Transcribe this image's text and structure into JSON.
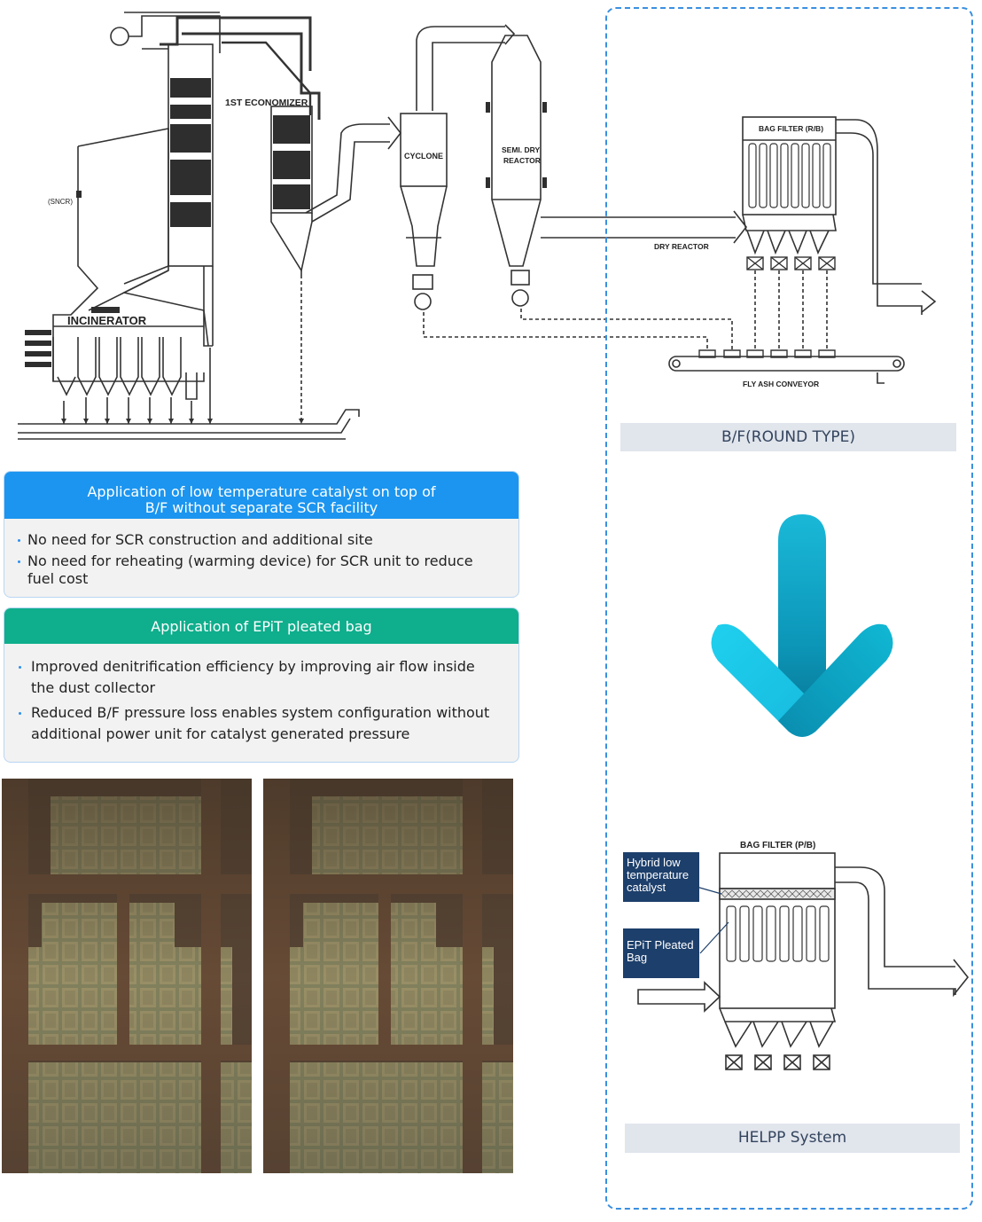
{
  "diagram_labels": {
    "economizer": "1ST ECONOMIZER",
    "cyclone": "CYCLONE",
    "semi_dry_reactor_1": "SEMI. DRY",
    "semi_dry_reactor_2": "REACTOR",
    "sncr": "(SNCR)",
    "incinerator": "INCINERATOR",
    "dry_reactor": "DRY REACTOR",
    "bag_filter_rb": "BAG FILTER (R/B)",
    "fly_ash_conveyor": "FLY ASH CONVEYOR",
    "bag_filter_pb": "BAG FILTER (P/B)"
  },
  "bf_round_label": "B/F(ROUND TYPE)",
  "helpp_label": "HELPP System",
  "callouts": {
    "catalyst_1": "Hybrid low",
    "catalyst_2": "temperature",
    "catalyst_3": "catalyst",
    "bag_1": "EPiT Pleated",
    "bag_2": "Bag"
  },
  "card1": {
    "title_line1": "Application of low temperature catalyst on top of",
    "title_line2": "B/F without separate SCR facility",
    "items": [
      "No need for SCR construction and additional site",
      "No need for reheating (warming device) for SCR unit to reduce fuel cost"
    ]
  },
  "card2": {
    "title": "Application of EPiT pleated bag",
    "items": [
      "Improved denitrification efficiency by improving air flow inside the dust collector",
      "Reduced B/F pressure loss enables system configuration without additional power unit for catalyst generated pressure"
    ]
  },
  "colors": {
    "card1_header": "#1b95f0",
    "card2_header": "#0fae8c",
    "dashed_border": "#3a8fe0",
    "callout_bg": "#1d3f6b",
    "arrow_light": "#1fd0ee",
    "arrow_dark": "#0a8cae"
  }
}
